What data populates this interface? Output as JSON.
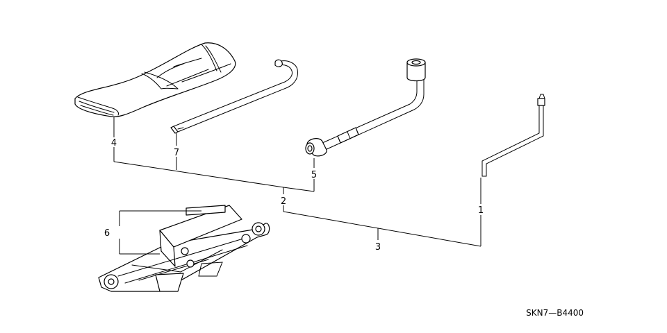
{
  "callouts": {
    "c1": "1",
    "c2": "2",
    "c3": "3",
    "c4": "4",
    "c5": "5",
    "c6": "6",
    "c7": "7"
  },
  "diagram_code": "SKN7—B4400"
}
